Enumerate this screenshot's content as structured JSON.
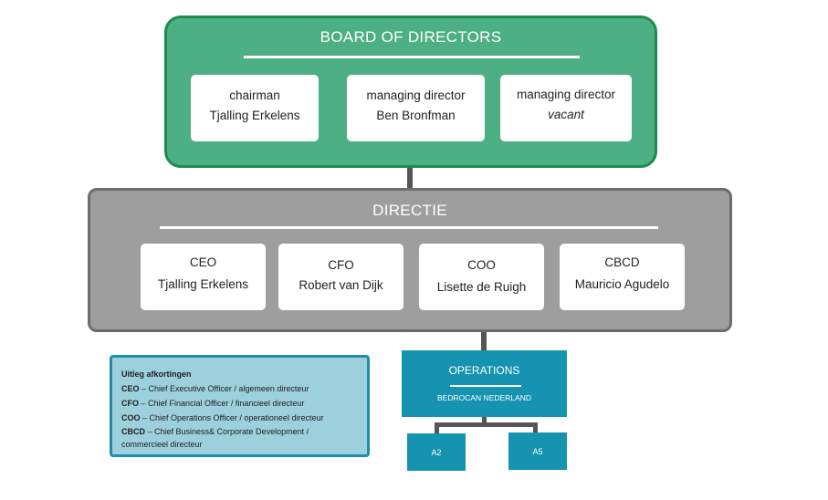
{
  "board": {
    "title": "BOARD OF DIRECTORS",
    "members": [
      {
        "role": "chairman",
        "name": "Tjalling Erkelens",
        "italic": false
      },
      {
        "role": "managing director",
        "name": "Ben Bronfman",
        "italic": false
      },
      {
        "role": "managing director",
        "name": "vacant",
        "italic": true
      }
    ]
  },
  "directie": {
    "title": "DIRECTIE",
    "members": [
      {
        "role": "CEO",
        "name": "Tjalling Erkelens"
      },
      {
        "role": "CFO",
        "name": "Robert van Dijk"
      },
      {
        "role": "COO",
        "name": "Lisette de Ruigh"
      },
      {
        "role": "CBCD",
        "name": "Mauricio Agudelo"
      }
    ]
  },
  "operations": {
    "title": "OPERATIONS",
    "subtitle": "BEDROCAN NEDERLAND",
    "units": [
      "A2",
      "A5"
    ]
  },
  "legend": {
    "title": "Uitleg afkortingen",
    "items": [
      {
        "abbr": "CEO",
        "text": " – Chief Executive Officer / algemeen directeur"
      },
      {
        "abbr": "CFO",
        "text": " – Chief Financial Officer / financieel directeur"
      },
      {
        "abbr": "COO",
        "text": " – Chief Operations Officer /  operationeel directeur"
      },
      {
        "abbr": "CBCD",
        "text": " – Chief Business& Corporate  Development /"
      }
    ],
    "continuation": "commercieel directeur"
  },
  "colors": {
    "board_fill": "#4daf84",
    "board_border": "#1e8c4f",
    "directie_fill": "#9e9e9f",
    "directie_border": "#6d6d6e",
    "operations_fill": "#1593b0",
    "legend_fill": "#9bd0dc",
    "legend_border": "#1f8fa9",
    "connector": "#555555"
  }
}
